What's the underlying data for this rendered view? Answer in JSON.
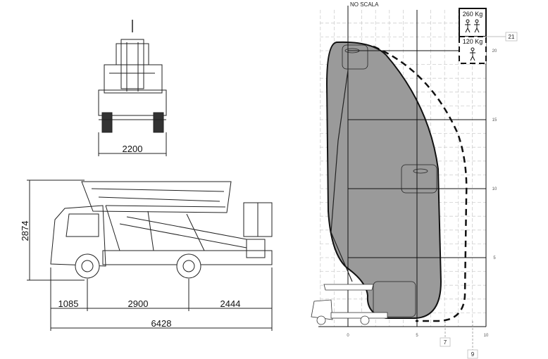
{
  "front_view": {
    "width_dim": "2200"
  },
  "side_view": {
    "height_dim": "2874",
    "dims": [
      "1085",
      "2900",
      "2444"
    ],
    "total_length": "6428"
  },
  "envelope": {
    "scale_note": "NO SCALA",
    "load_high": "260 Kg",
    "load_low": "120 Kg",
    "x_ticks": [
      "0",
      "5",
      "10"
    ],
    "y_ticks": [
      "5",
      "10",
      "15",
      "20"
    ],
    "height_tag": "21",
    "reach_tags": [
      "7",
      "9"
    ],
    "colors": {
      "envelope_fill": "#9a9a9a",
      "grid": "#cfcfcf"
    }
  }
}
